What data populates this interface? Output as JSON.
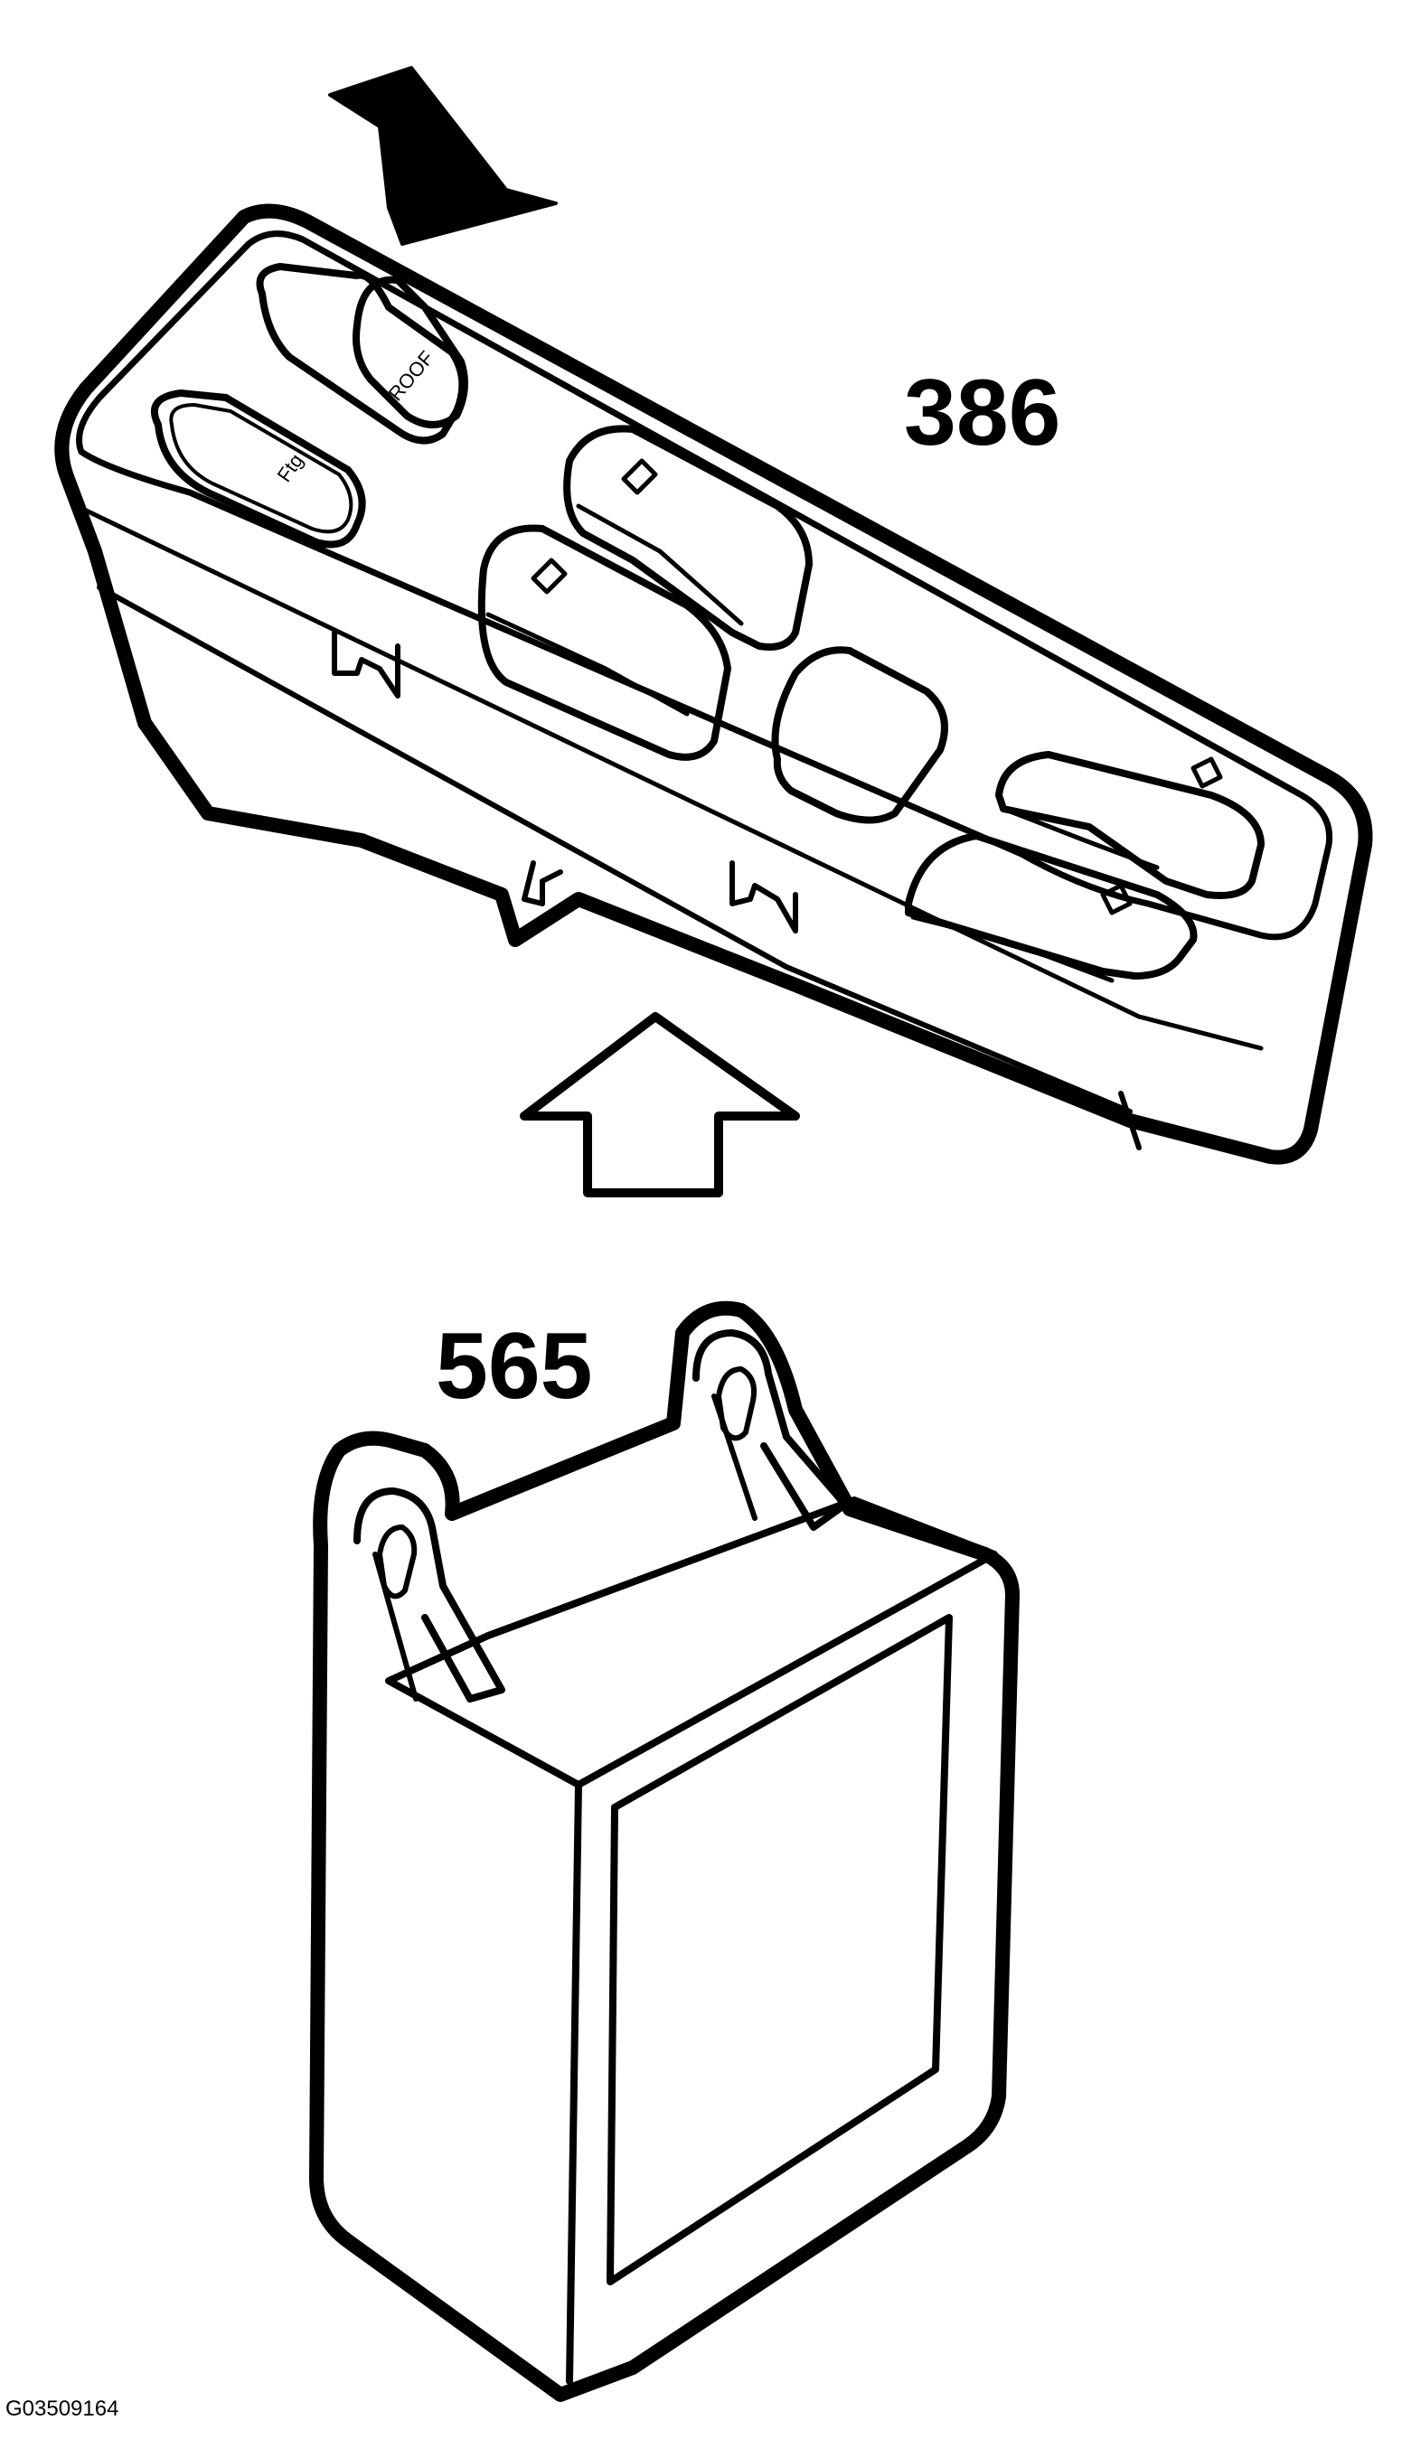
{
  "diagram": {
    "figure_id": "G03509164",
    "callouts": {
      "switch_panel": "386",
      "module": "565"
    },
    "key_labels": {
      "roof": "ROOF",
      "extra": "Ftg"
    },
    "colors": {
      "ink": "#000000",
      "background": "#ffffff"
    },
    "icons": [
      "press-arrow-icon",
      "insert-arrow-icon"
    ]
  }
}
